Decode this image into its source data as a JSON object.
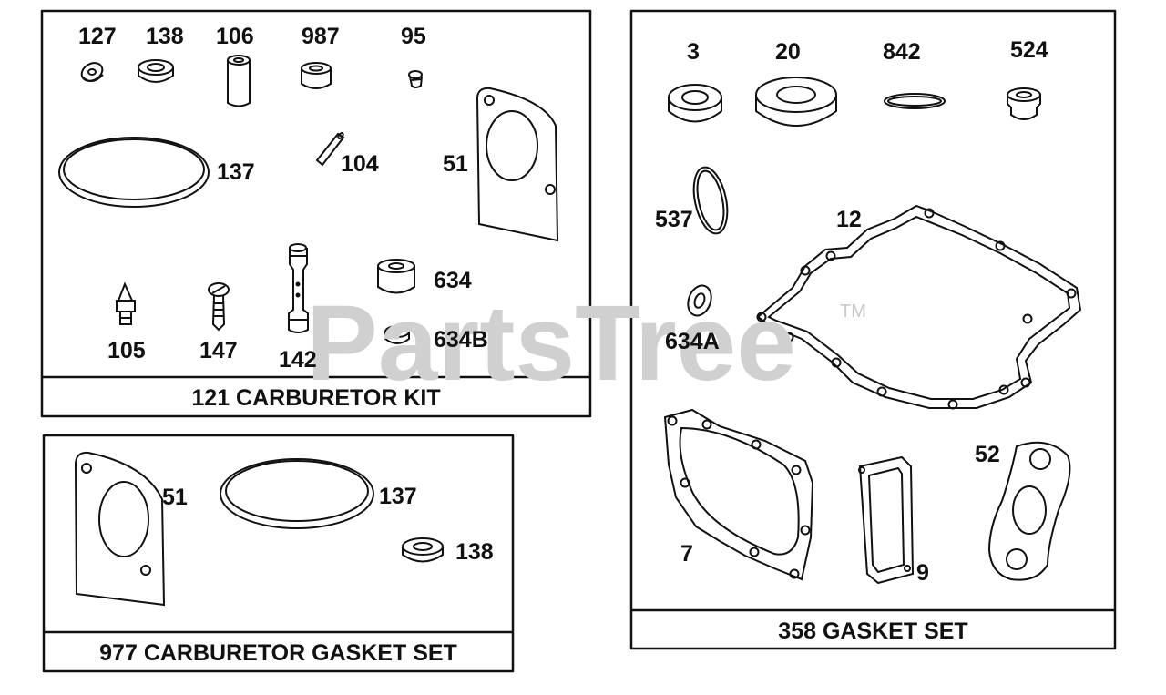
{
  "watermark": {
    "text": "PartsTree",
    "trademark": "TM"
  },
  "kits": {
    "carburetor_kit": {
      "title": "121 CARBURETOR KIT",
      "parts": [
        "127",
        "138",
        "106",
        "987",
        "95",
        "137",
        "104",
        "51",
        "634",
        "634B",
        "105",
        "147",
        "142"
      ]
    },
    "carburetor_gasket_set": {
      "title": "977 CARBURETOR GASKET SET",
      "parts": [
        "51",
        "137",
        "138"
      ]
    },
    "gasket_set": {
      "title": "358 GASKET SET",
      "parts": [
        "3",
        "20",
        "842",
        "524",
        "537",
        "12",
        "634A",
        "52",
        "7",
        "9"
      ]
    }
  }
}
